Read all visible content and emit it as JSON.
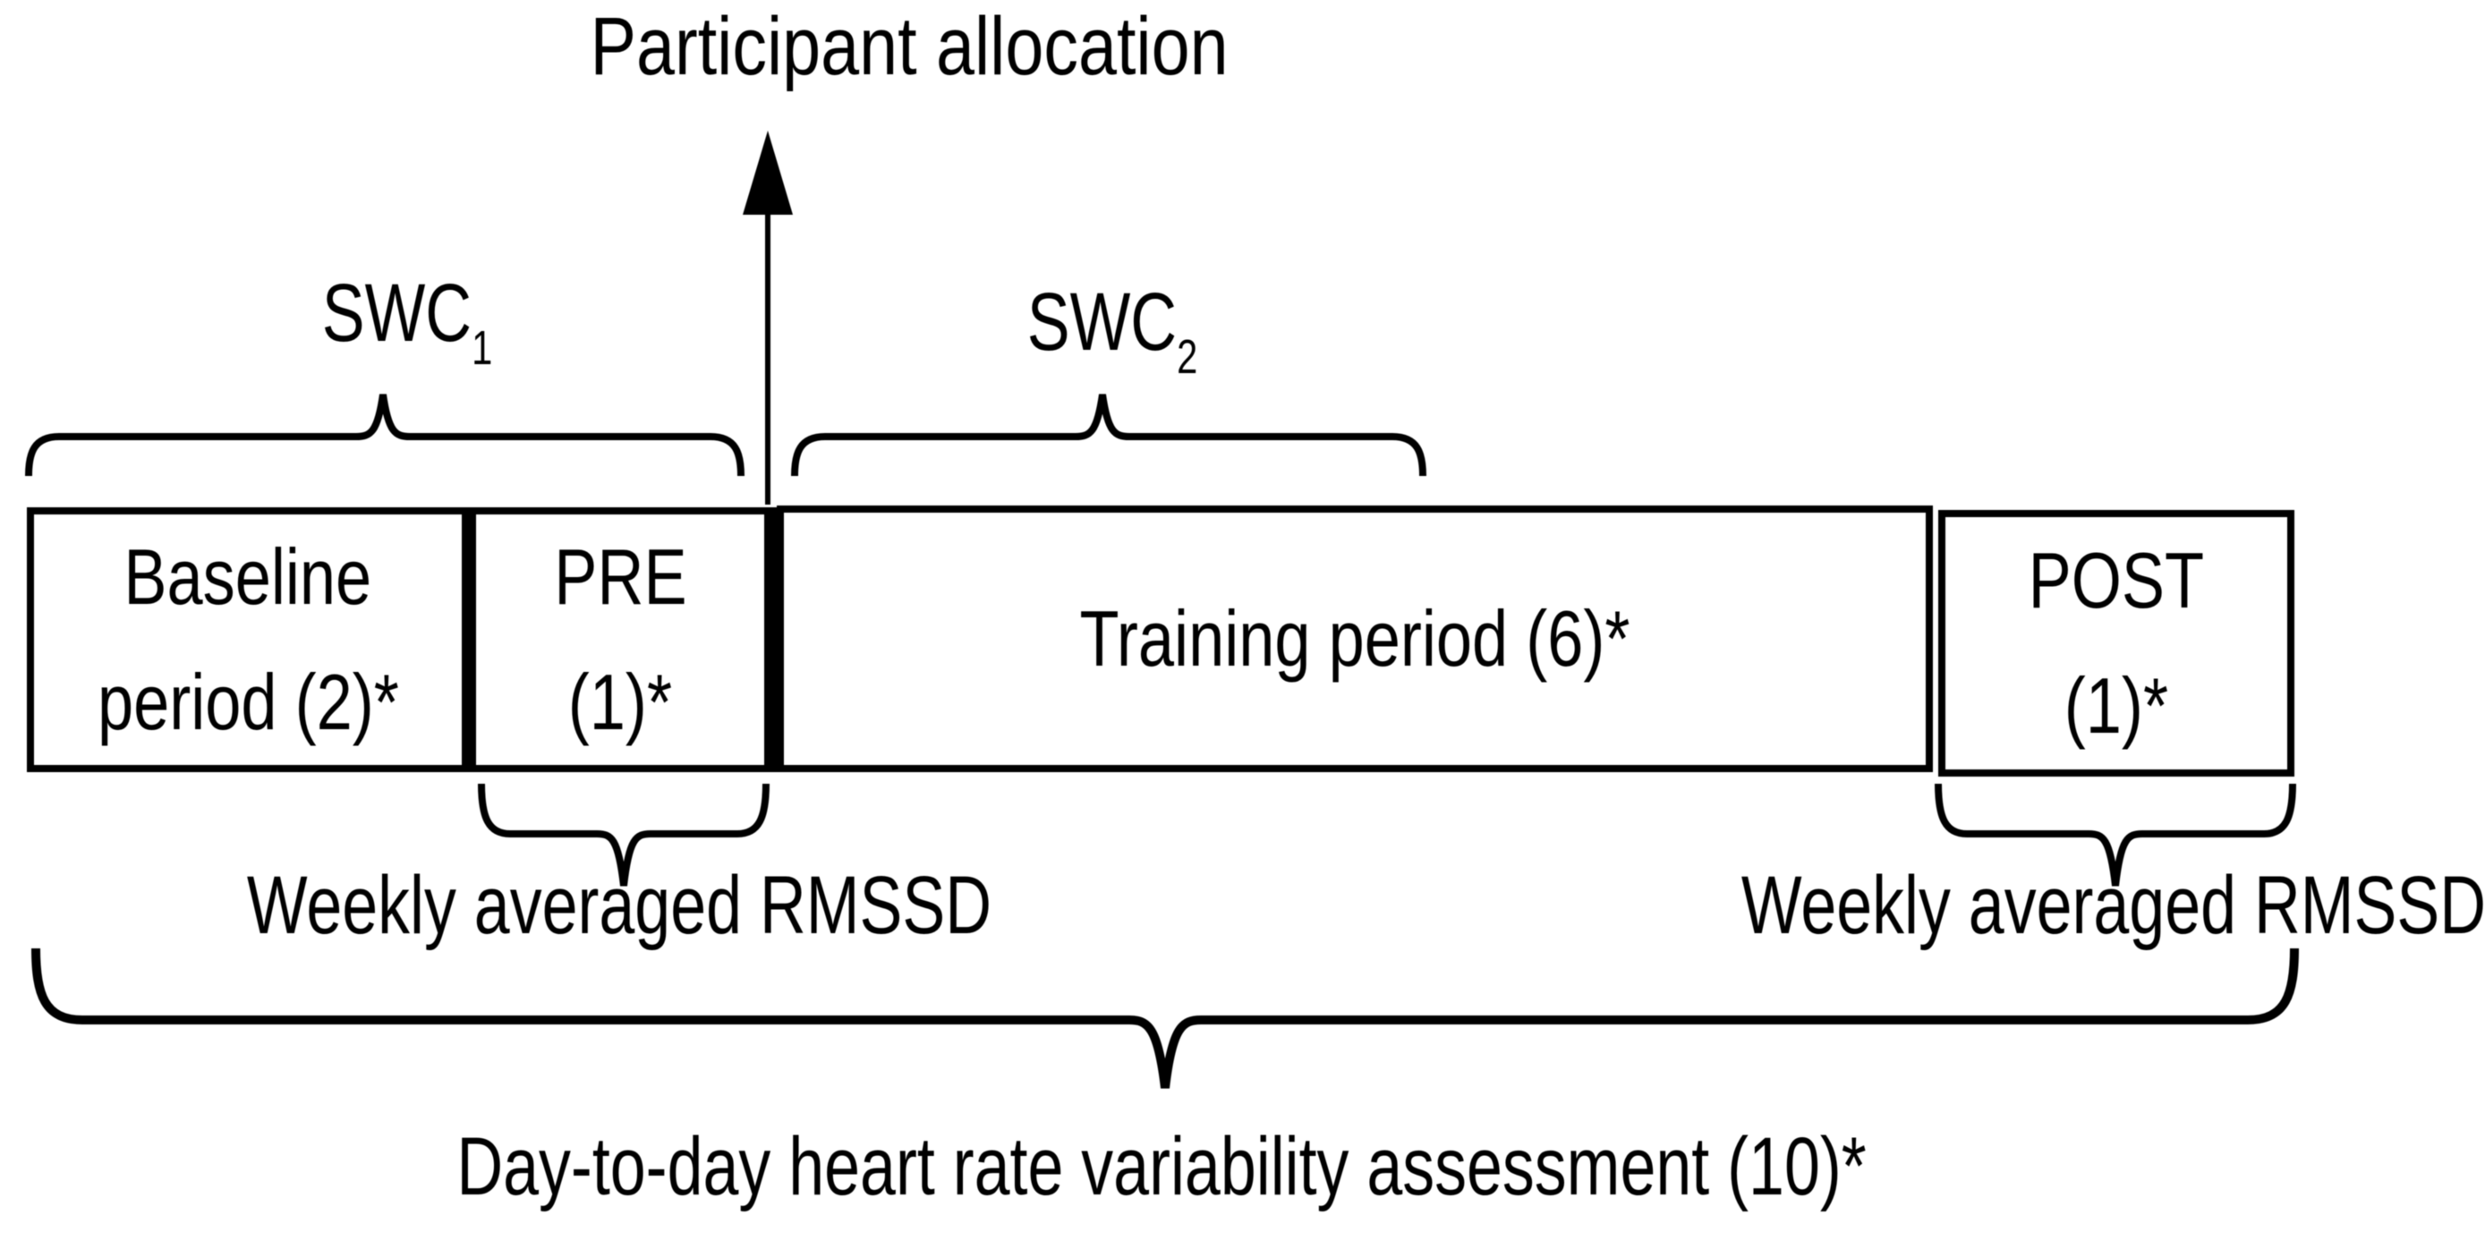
{
  "title": "Participant allocation",
  "swc1": {
    "base": "SWC",
    "sub": "1"
  },
  "swc2": {
    "base": "SWC",
    "sub": "2"
  },
  "timeline": {
    "boxes": [
      {
        "id": "baseline",
        "line1": "Baseline",
        "line2": "period (2)*"
      },
      {
        "id": "pre",
        "line1": "PRE",
        "line2": "(1)*"
      },
      {
        "id": "training",
        "line1": "Training period (6)*",
        "line2": ""
      },
      {
        "id": "post",
        "line1": "POST",
        "line2": "(1)*"
      }
    ]
  },
  "annotations": {
    "weekly_rmssd_left": "Weekly averaged RMSSD",
    "weekly_rmssd_right": "Weekly averaged RMSSD",
    "day_to_day": "Day-to-day heart rate variability assessment (10)*"
  },
  "colors": {
    "ink": "#000000",
    "background": "#ffffff"
  }
}
